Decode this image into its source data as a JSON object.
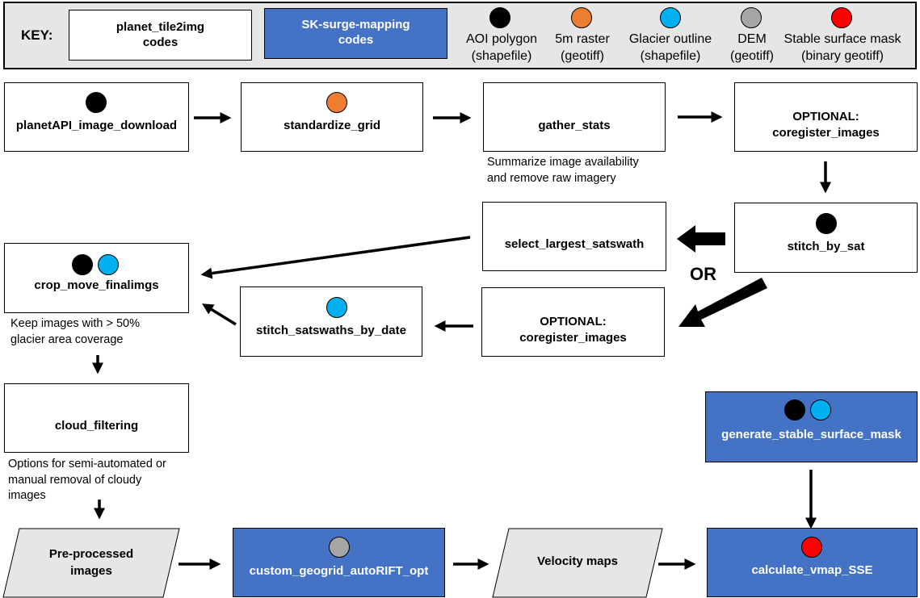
{
  "key": {
    "title": "KEY:",
    "planet_box": [
      "planet_tile2img",
      "codes"
    ],
    "surge_box": [
      "SK-surge-mapping",
      "codes"
    ],
    "legend": [
      {
        "label": [
          "AOI polygon",
          "(shapefile)"
        ],
        "color": "#000000",
        "icon": "aoi-polygon-dot-icon"
      },
      {
        "label": [
          "5m raster",
          "(geotiff)"
        ],
        "color": "#ed7d31",
        "icon": "raster-dot-icon"
      },
      {
        "label": [
          "Glacier outline",
          "(shapefile)"
        ],
        "color": "#00b0f0",
        "icon": "glacier-outline-dot-icon"
      },
      {
        "label": [
          "DEM",
          "(geotiff)"
        ],
        "color": "#a6a6a6",
        "icon": "dem-dot-icon"
      },
      {
        "label": [
          "Stable surface mask",
          "(binary geotiff)"
        ],
        "color": "#ff0000",
        "icon": "stable-surface-mask-dot-icon"
      }
    ]
  },
  "colors": {
    "surge_blue": "#4472c4",
    "io_gray": "#e7e6e6",
    "key_bg": "#e6e6e6"
  },
  "nodes": {
    "planetAPI": "planetAPI_image_download",
    "standardize": "standardize_grid",
    "gather": "gather_stats",
    "gather_note": [
      "Summarize image availability",
      "and remove raw imagery"
    ],
    "coreg1": [
      "OPTIONAL:",
      "coregister_images"
    ],
    "stitch_sat": "stitch_by_sat",
    "select_largest": "select_largest_satswath",
    "or_label": "OR",
    "coreg2": [
      "OPTIONAL:",
      "coregister_images"
    ],
    "stitch_date": "stitch_satswaths_by_date",
    "crop": "crop_move_finalimgs",
    "crop_note": [
      "Keep images with > 50%",
      "glacier area coverage"
    ],
    "cloud": "cloud_filtering",
    "cloud_note": [
      "Options for semi-automated or",
      "manual removal of cloudy",
      "images"
    ],
    "preproc": [
      "Pre-processed",
      "images"
    ],
    "custom": "custom_geogrid_autoRIFT_opt",
    "velocity": "Velocity maps",
    "gen_mask": "generate_stable_surface_mask",
    "calc": "calculate_vmap_SSE"
  }
}
